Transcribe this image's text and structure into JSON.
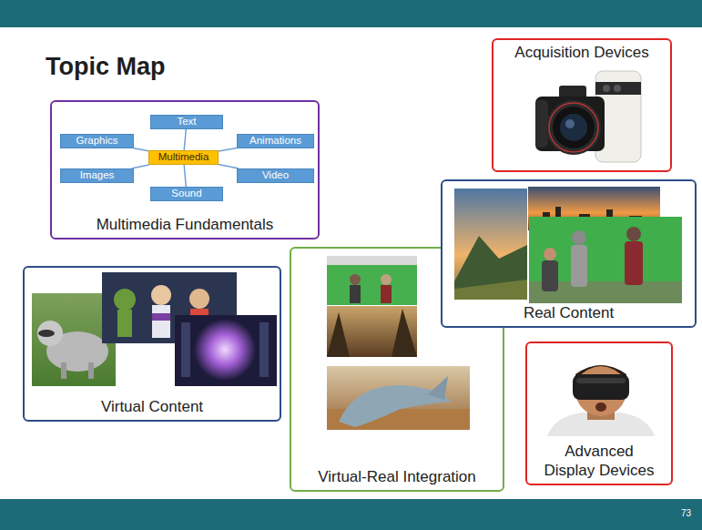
{
  "diagram": {
    "title": "Topic Map",
    "nodes": [
      {
        "text": [
          "Multimedia Fundamentals"
        ]
      },
      {
        "text": [
          "Text"
        ],
        "in": 0
      },
      {
        "text": [
          "Graphics"
        ],
        "in": 0
      },
      {
        "text": [
          "Multimedia"
        ],
        "in": 0
      },
      {
        "text": [
          "Animations"
        ],
        "in": 0
      },
      {
        "text": [
          "Images"
        ],
        "in": 0
      },
      {
        "text": [
          "Video"
        ],
        "in": 0
      },
      {
        "text": [
          "Sound"
        ],
        "in": 0
      },
      {
        "text": [
          "Acquisition Devices"
        ]
      },
      {
        "text": [
          "Real Content"
        ]
      },
      {
        "text": [
          "Virtual Content"
        ]
      },
      {
        "text": [
          "Virtual-Real Integration"
        ]
      },
      {
        "text": [
          "Advanced Display Devices"
        ]
      }
    ],
    "edges": [
      {
        "from": 3,
        "to": 1,
        "arrow": "none"
      },
      {
        "from": 3,
        "to": 2,
        "arrow": "none"
      },
      {
        "from": 3,
        "to": 4,
        "arrow": "none"
      },
      {
        "from": 3,
        "to": 5,
        "arrow": "none"
      },
      {
        "from": 3,
        "to": 6,
        "arrow": "none"
      },
      {
        "from": 3,
        "to": 7,
        "arrow": "none"
      }
    ],
    "labels": [
      "73"
    ]
  }
}
